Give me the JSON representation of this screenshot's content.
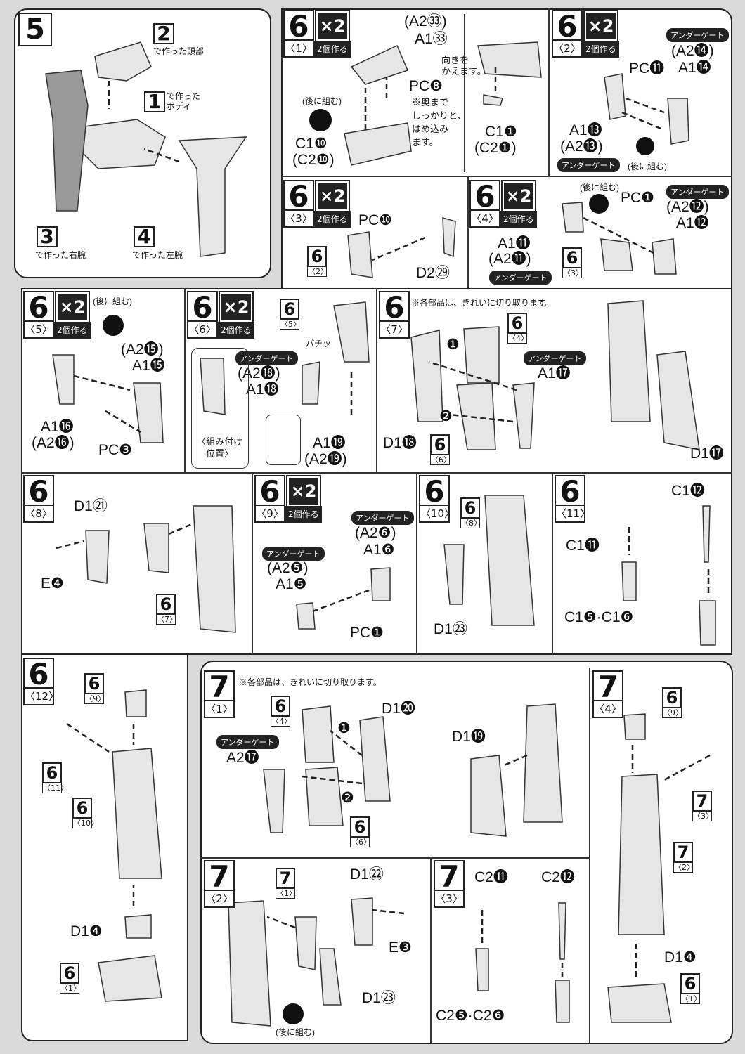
{
  "common": {
    "x2": "×2",
    "make_two": "2個作る",
    "later": "(後に組む)",
    "undergate": "アンダーゲート",
    "cut_note": "※各部品は、きれいに切り取ります。"
  },
  "step5": {
    "num": "5",
    "head_ref": "2",
    "head_text": "で作った頭部",
    "body_ref": "1",
    "body_text": "で作ったボディ",
    "rarm_ref": "3",
    "rarm_text": "で作った右腕",
    "larm_ref": "4",
    "larm_text": "で作った左腕"
  },
  "p61": {
    "num": "6",
    "sub": "〈1〉",
    "a2": "(A2㉝)",
    "a1": "A1㉝",
    "pc": "PC❽",
    "note": "※奥まで\nしっかりと、\nはめ込み\nます。",
    "c1": "C1❿",
    "c2": "(C2❿)",
    "turn": "向きを\nかえます。",
    "c1b": "C1❶",
    "c2b": "(C2❶)"
  },
  "p62": {
    "num": "6",
    "sub": "〈2〉",
    "a2a": "(A2⓮)",
    "a1a": "A1⓮",
    "pc": "PC⓫",
    "a1b": "A1⓭",
    "a2b": "(A2⓭)"
  },
  "p63": {
    "num": "6",
    "sub": "〈3〉",
    "pc": "PC❿",
    "ref_num": "6",
    "ref_sub": "〈2〉",
    "d2": "D2㉙"
  },
  "p64": {
    "num": "6",
    "sub": "〈4〉",
    "pc": "PC❶",
    "a2a": "(A2⓬)",
    "a1a": "A1⓬",
    "a1b": "A1⓫",
    "a2b": "(A2⓫)",
    "ref_num": "6",
    "ref_sub": "〈3〉"
  },
  "p65": {
    "num": "6",
    "sub": "〈5〉",
    "a2a": "(A2⓯)",
    "a1a": "A1⓯",
    "a1b": "A1⓰",
    "a2b": "(A2⓰)",
    "pc": "PC❸"
  },
  "p66": {
    "num": "6",
    "sub": "〈6〉",
    "ref_num": "6",
    "ref_sub": "〈5〉",
    "snap": "パチッ",
    "a2a": "(A2⓲)",
    "a1a": "A1⓲",
    "pos": "〈組み付け\n　位置〉",
    "a1b": "A1⓳",
    "a2b": "(A2⓳)"
  },
  "p67": {
    "num": "6",
    "sub": "〈7〉",
    "ref_num": "6",
    "ref_sub": "〈4〉",
    "a1": "A1⓱",
    "s1": "❶",
    "s2": "❷",
    "d1a": "D1⓲",
    "ref2_num": "6",
    "ref2_sub": "〈6〉",
    "d1b": "D1⓱"
  },
  "p68": {
    "num": "6",
    "sub": "〈8〉",
    "d1": "D1㉑",
    "e": "E❹",
    "ref_num": "6",
    "ref_sub": "〈7〉"
  },
  "p69": {
    "num": "6",
    "sub": "〈9〉",
    "a2a": "(A2❻)",
    "a1a": "A1❻",
    "a2b": "(A2❺)",
    "a1b": "A1❺",
    "pc": "PC❶"
  },
  "p610": {
    "num": "6",
    "sub": "〈10〉",
    "ref_num": "6",
    "ref_sub": "〈8〉",
    "d1": "D1㉓"
  },
  "p611": {
    "num": "6",
    "sub": "〈11〉",
    "c1a": "C1⓬",
    "c1b": "C1⓫",
    "c1c": "C1❺·C1❻"
  },
  "p612": {
    "num": "6",
    "sub": "〈12〉",
    "r1n": "6",
    "r1s": "〈9〉",
    "r2n": "6",
    "r2s": "〈11〉",
    "r3n": "6",
    "r3s": "〈10〉",
    "d1": "D1❹",
    "r4n": "6",
    "r4s": "〈1〉"
  },
  "p71": {
    "num": "7",
    "sub": "〈1〉",
    "r1n": "6",
    "r1s": "〈4〉",
    "d1a": "D1⓴",
    "a2": "A2⓱",
    "s1": "❶",
    "s2": "❷",
    "r2n": "6",
    "r2s": "〈6〉",
    "d1b": "D1⓳"
  },
  "p74": {
    "num": "7",
    "sub": "〈4〉",
    "r1n": "6",
    "r1s": "〈9〉",
    "r2n": "7",
    "r2s": "〈3〉",
    "r3n": "7",
    "r3s": "〈2〉",
    "d1": "D1❹",
    "r4n": "6",
    "r4s": "〈1〉"
  },
  "p72": {
    "num": "7",
    "sub": "〈2〉",
    "r1n": "7",
    "r1s": "〈1〉",
    "d1a": "D1㉒",
    "e": "E❸",
    "d1b": "D1㉓"
  },
  "p73": {
    "num": "7",
    "sub": "〈3〉",
    "c2a": "C2⓫",
    "c2b": "C2⓬",
    "c2c": "C2❺·C2❻"
  }
}
